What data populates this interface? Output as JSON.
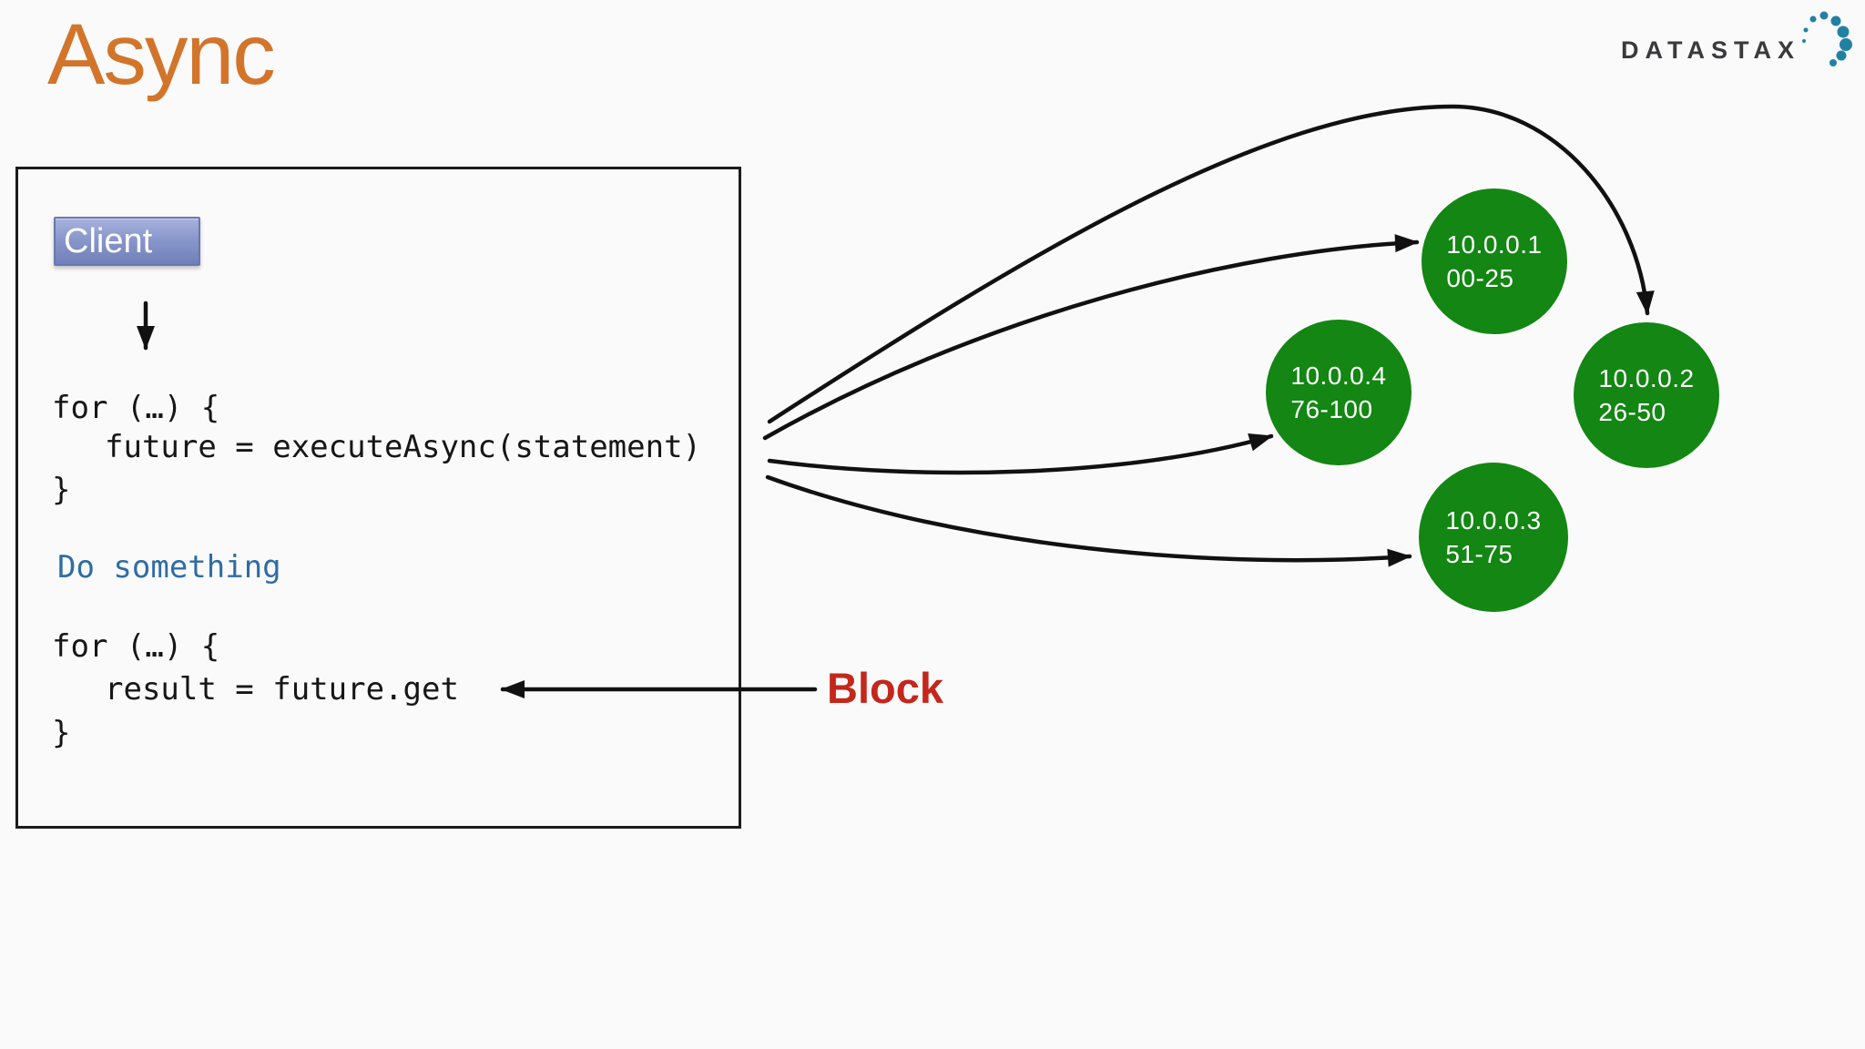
{
  "slide": {
    "title": "Async"
  },
  "logo": {
    "text": "DATASTAX"
  },
  "client_box": {
    "button_label": "Client",
    "code1": [
      "for (…) {",
      "future = executeAsync(statement)",
      "}"
    ],
    "note": "Do something",
    "code2": [
      "for (…) {",
      "result = future.get",
      "}"
    ]
  },
  "annotations": {
    "block_label": "Block"
  },
  "nodes": [
    {
      "ip": "10.0.0.1",
      "range": "00-25"
    },
    {
      "ip": "10.0.0.2",
      "range": "26-50"
    },
    {
      "ip": "10.0.0.3",
      "range": "51-75"
    },
    {
      "ip": "10.0.0.4",
      "range": "76-100"
    }
  ],
  "colors": {
    "title_orange": "#d2752b",
    "block_red": "#c4271b",
    "node_green": "#138613",
    "note_blue": "#2e6da4",
    "logo_dot_teal": "#2380a5",
    "client_button_blue": "#8997cb"
  }
}
